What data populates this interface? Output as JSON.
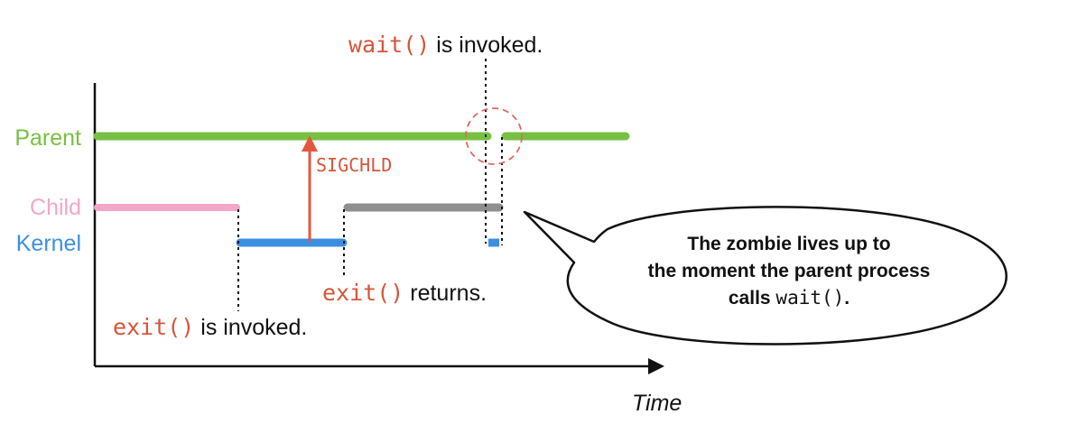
{
  "labels": {
    "parent": "Parent",
    "child": "Child",
    "kernel": "Kernel",
    "time_axis": "Time"
  },
  "annotations": {
    "wait_invoked": {
      "code": "wait()",
      "text": " is invoked."
    },
    "exit_invoked": {
      "code": "exit()",
      "text": " is invoked."
    },
    "exit_returns": {
      "code": "exit()",
      "text": " returns."
    },
    "signal": "SIGCHLD"
  },
  "callout": {
    "line1": "The zombie lives up to",
    "line2": "the moment the parent process",
    "line3_prefix": "calls ",
    "line3_code": "wait()",
    "line3_suffix": "."
  },
  "colors": {
    "parent": "#77c043",
    "child": "#f2a6c8",
    "kernel": "#3d8fe0",
    "zombie": "#8f8f8f",
    "code": "#d6553a",
    "signal_arrow": "#e2583e",
    "axis": "#111111",
    "highlight_circle": "#e06a5f"
  }
}
